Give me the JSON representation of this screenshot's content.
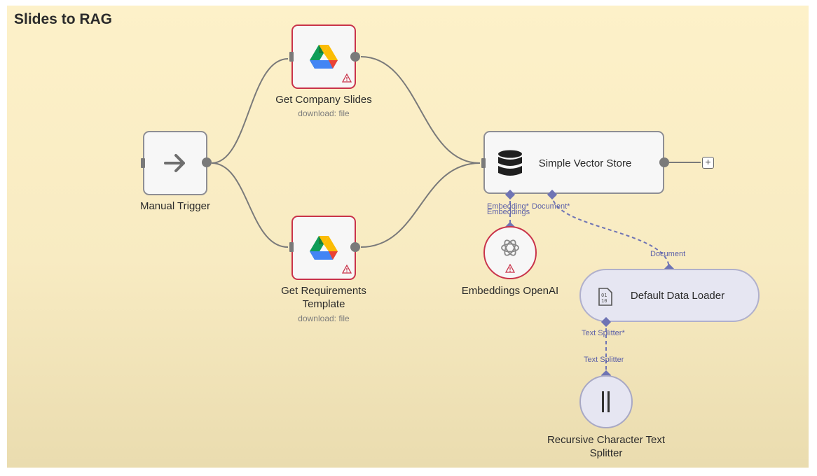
{
  "workflow": {
    "title": "Slides to RAG"
  },
  "nodes": {
    "manual_trigger": {
      "label": "Manual Trigger",
      "icon": "arrow-right-icon"
    },
    "get_company_slides": {
      "label": "Get Company Slides",
      "subtitle": "download: file",
      "icon": "google-drive-icon",
      "status": "warning"
    },
    "get_requirements_template": {
      "label": "Get Requirements Template",
      "subtitle": "download: file",
      "icon": "google-drive-icon",
      "status": "warning"
    },
    "simple_vector_store": {
      "label": "Simple Vector Store",
      "icon": "database-icon"
    },
    "embeddings_openai": {
      "label": "Embeddings OpenAI",
      "icon": "openai-icon",
      "status": "warning"
    },
    "default_data_loader": {
      "label": "Default Data Loader",
      "icon": "binary-file-icon"
    },
    "recursive_splitter": {
      "label": "Recursive Character Text Splitter",
      "icon": "pause-bars-icon"
    }
  },
  "connections": {
    "vs_embedding": "Embedding*",
    "vs_document": "Document*",
    "emb_embeddings": "Embeddings",
    "loader_document": "Document",
    "loader_text_splitter": "Text Splitter*",
    "splitter_text_splitter": "Text Splitter"
  },
  "add_button": "+",
  "colors": {
    "warning": "#c9334a",
    "sub_connection": "#6f74b4",
    "canvas": "#fdf1c9",
    "node_border": "#8e8e94"
  }
}
